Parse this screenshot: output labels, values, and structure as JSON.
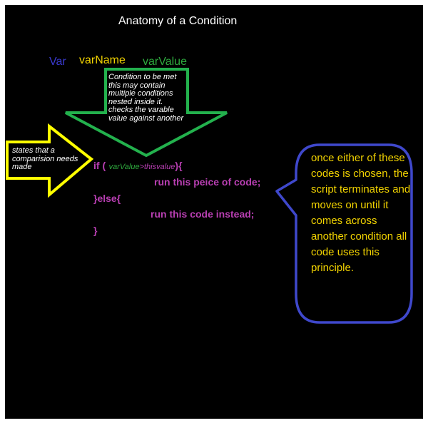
{
  "title": "Anatomy of a Condition",
  "labels": {
    "var": "Var",
    "var_name": "varName",
    "var_value": "varValue"
  },
  "green_note": "Condition to be met this may contain multiple conditions nested inside it. checks the varable value against another",
  "yellow_note": "states that a comparision needs made",
  "code": {
    "if_open": "if (",
    "cond_var": "varValue",
    "cond_op": ">thisvalue",
    "if_close": "){",
    "run1": "run this peice of code;",
    "else": "}else{",
    "run2": "run this code instead;",
    "close": "}"
  },
  "bubble_text": "once either of these codes is chosen, the script terminates and moves on until it comes across another condition all code uses this principle.",
  "colors": {
    "background": "#000000",
    "title": "#ffffff",
    "var": "#3a3ad0",
    "var_name": "#f2d300",
    "var_value": "#2eaa3e",
    "code": "#b93fb3",
    "green_arrow": "#23b14d",
    "yellow_arrow": "#ffff00",
    "bubble_border": "#3f48cc",
    "bubble_text": "#f2d300"
  }
}
